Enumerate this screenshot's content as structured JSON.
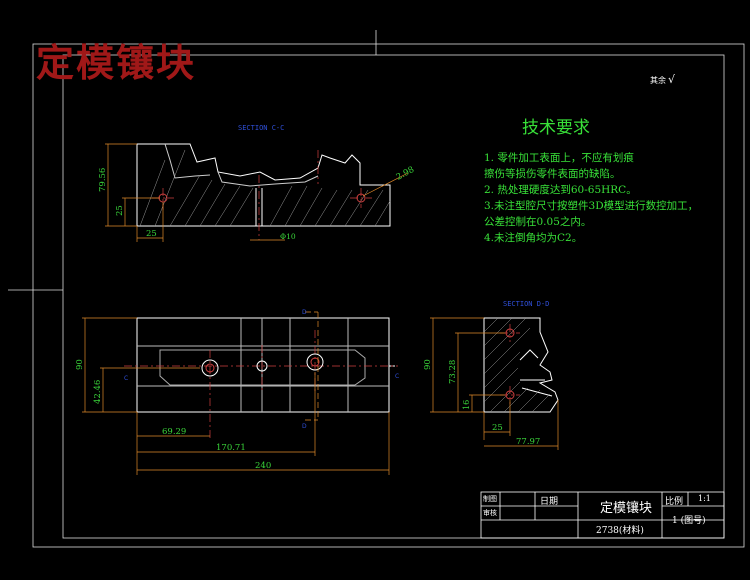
{
  "drawing_title": "定模镶块",
  "roughness_note": "其余",
  "roughness_symbol": "√",
  "section_top_label": "SECTION C-C",
  "section_right_label": "SECTION D-D",
  "requirements": {
    "title": "技术要求",
    "items": [
      "1. 零件加工表面上，不应有划痕",
      "擦伤等损伤零件表面的缺陷。",
      "2. 热处理硬度达到60-65HRC。",
      "3.未注型腔尺寸按塑件3D模型进行数控加工，",
      "公差控制在0.05之内。",
      "4.未注倒角均为C2。"
    ]
  },
  "dimensions": {
    "top_height": "79.56",
    "top_hole_height": "25",
    "top_hole_x": "25",
    "top_angle": "2.98",
    "top_diameter": "Φ10",
    "plan_height": "90",
    "plan_hole_height": "42.46",
    "plan_x1": "69.29",
    "plan_x2": "170.71",
    "plan_width": "240",
    "cut_marker_c": "C",
    "cut_marker_d": "D",
    "side_height": "90",
    "side_mid_height": "73.28",
    "side_low_height": "16",
    "side_x1": "25",
    "side_width": "77.97"
  },
  "title_block": {
    "designer_label": "制图",
    "checker_label": "审核",
    "date_label": "日期",
    "part_name": "定模镶块",
    "scale_label": "比例",
    "scale_value": "1:1",
    "material": "2738(材料)",
    "sheet": "1 (图号)"
  }
}
